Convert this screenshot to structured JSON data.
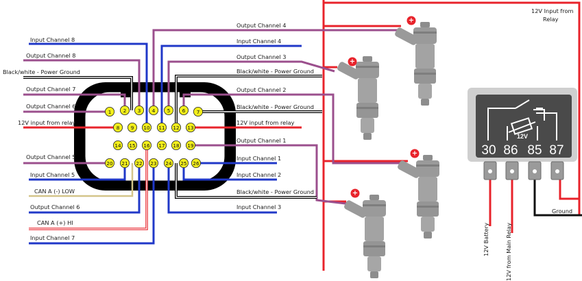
{
  "colors": {
    "red": "#e8232b",
    "purple": "#9b4f8d",
    "blue": "#2038c8",
    "black": "#111111",
    "yellow_pin": "#f2ee1c",
    "relay_body": "#4a4a4a",
    "injector": "#9a9a9a"
  },
  "connector": {
    "pins": [
      "1",
      "2",
      "3",
      "4",
      "5",
      "6",
      "7",
      "8",
      "9",
      "10",
      "11",
      "12",
      "13",
      "14",
      "15",
      "16",
      "17",
      "18",
      "19",
      "20",
      "21",
      "22",
      "23",
      "24",
      "25",
      "26"
    ]
  },
  "left_labels": {
    "input_channel_8": "Input Channel 8",
    "output_channel_8": "Output Channel 8",
    "power_ground": "Black/white - Power Ground",
    "output_channel_7": "Output Channel 7",
    "output_channel_6": "Output Channel 6",
    "relay_12v": "12V input from relay",
    "output_channel_5": "Output Channel 5",
    "input_channel_5": "Input Channel 5",
    "can_low": "CAN A (-) LOW",
    "output_channel_6b": "Output Channel 6",
    "can_high": "CAN A (+) HI",
    "input_channel_7": "Input Channel 7"
  },
  "right_labels": {
    "output_channel_4": "Output Channel 4",
    "input_channel_4": "Input Channel 4",
    "output_channel_3": "Output Channel 3",
    "power_ground_1": "Black/white - Power Ground",
    "output_channel_2": "Output Channel 2",
    "power_ground_2": "Black/white - Power Ground",
    "relay_12v": "12V input from relay",
    "output_channel_1": "Output Channel 1",
    "input_channel_1": "Input Channel 1",
    "input_channel_2": "Input Channel 2",
    "power_ground_3": "Black/white - Power Ground",
    "input_channel_3": "Input Channel 3"
  },
  "relay": {
    "input_label_line1": "12V Input from",
    "input_label_line2": "Relay",
    "voltage": "12V",
    "terminals": [
      "30",
      "86",
      "85",
      "87"
    ],
    "battery_label": "12V Battery",
    "main_relay_label": "12V from Main Relay",
    "ground_label": "Ground"
  },
  "injectors": {
    "plus_symbol": "+"
  }
}
